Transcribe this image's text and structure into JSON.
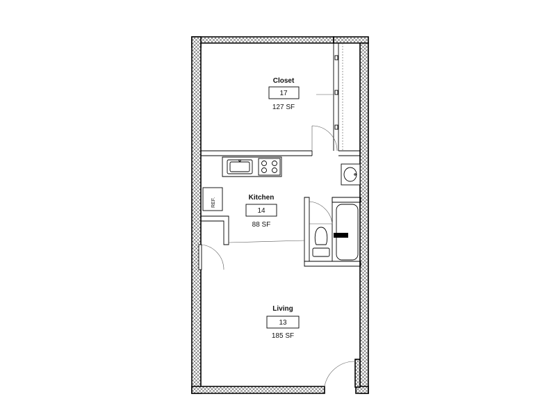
{
  "rooms": {
    "closet": {
      "name": "Closet",
      "number": "17",
      "area": "127 SF"
    },
    "kitchen": {
      "name": "Kitchen",
      "number": "14",
      "area": "88 SF"
    },
    "living": {
      "name": "Living",
      "number": "13",
      "area": "185 SF"
    }
  },
  "appliances": {
    "refrigerator": "REF."
  }
}
